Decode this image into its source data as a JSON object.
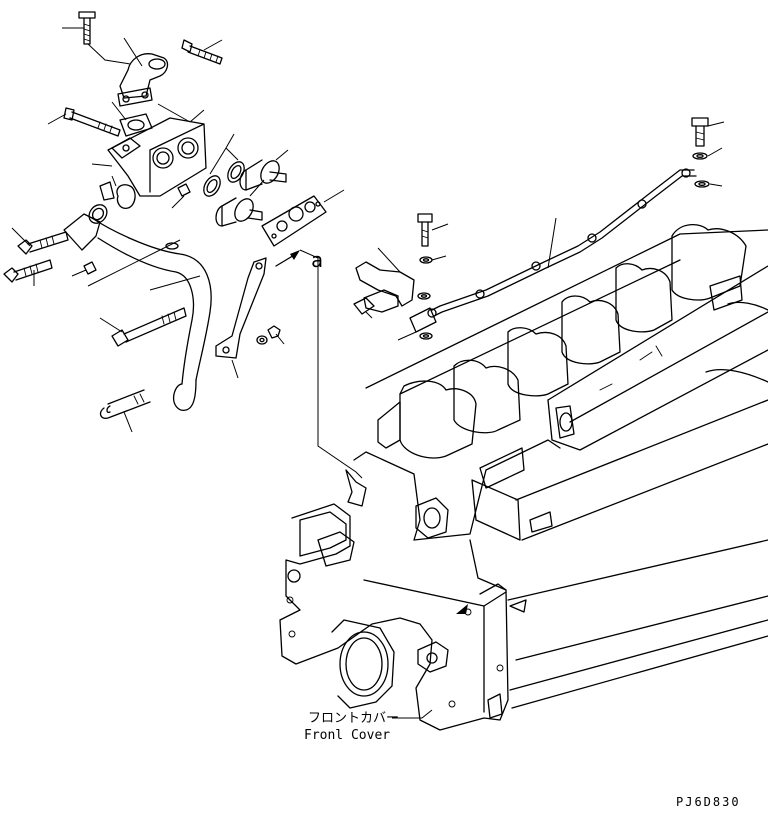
{
  "diagram": {
    "callout_letter": "a",
    "front_cover_label_jp": "フロントカバー",
    "front_cover_label_en": "Fronl Cover",
    "drawing_code": "PJ6D830"
  }
}
